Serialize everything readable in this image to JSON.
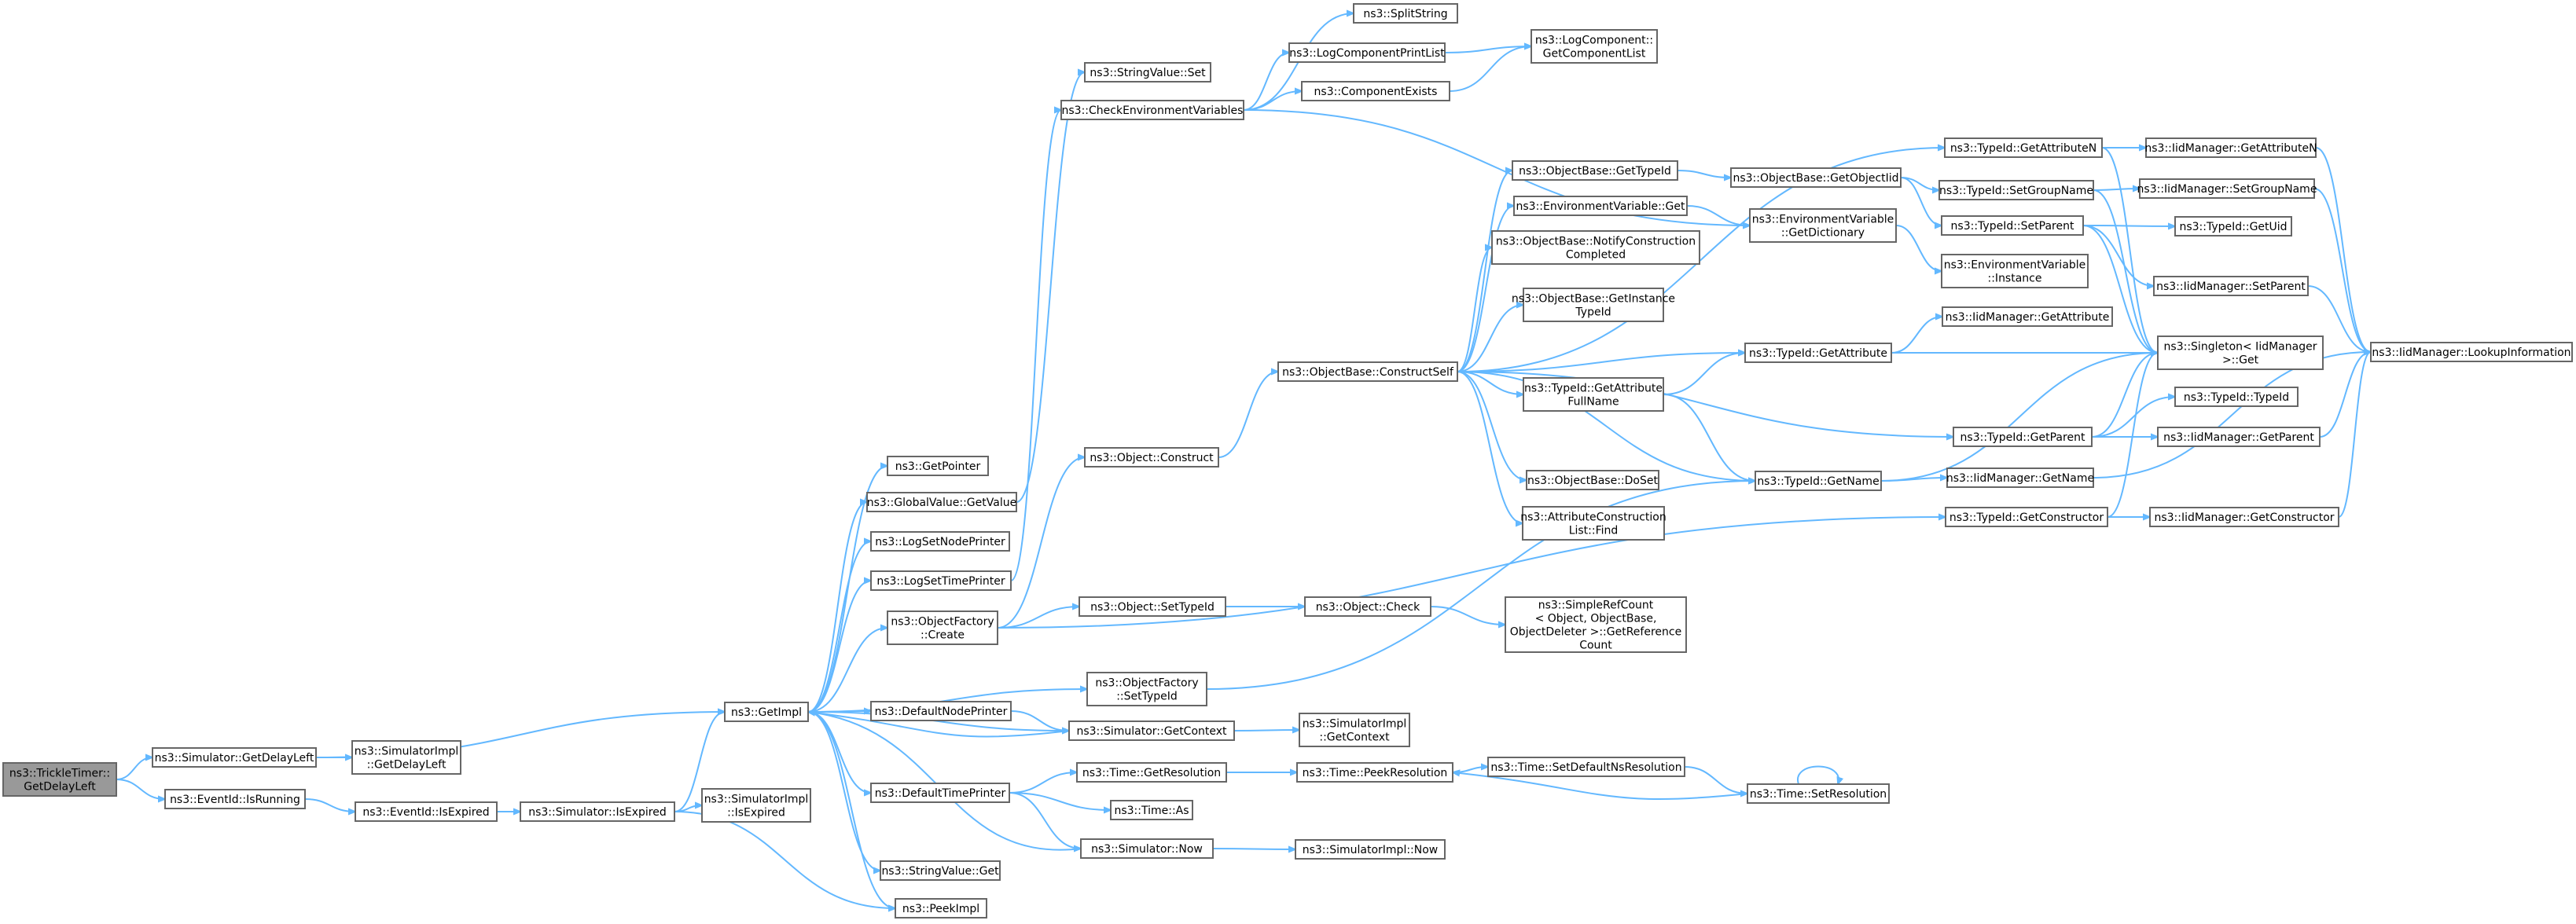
{
  "colors": {
    "edge": "#63b8ff",
    "node_border": "#666666",
    "root_fill": "#999999",
    "node_fill": "#ffffff"
  },
  "nodes": [
    {
      "id": "root",
      "lines": [
        "ns3::TrickleTimer::",
        "GetDelayLeft"
      ],
      "root": true
    },
    {
      "id": "sgdl",
      "lines": [
        "ns3::Simulator::GetDelayLeft"
      ]
    },
    {
      "id": "eir",
      "lines": [
        "ns3::EventId::IsRunning"
      ]
    },
    {
      "id": "sigdl",
      "lines": [
        "ns3::SimulatorImpl",
        "::GetDelayLeft"
      ]
    },
    {
      "id": "eie",
      "lines": [
        "ns3::EventId::IsExpired"
      ]
    },
    {
      "id": "gimpl",
      "lines": [
        "ns3::GetImpl"
      ]
    },
    {
      "id": "sie",
      "lines": [
        "ns3::Simulator::IsExpired"
      ]
    },
    {
      "id": "siie",
      "lines": [
        "ns3::SimulatorImpl",
        "::IsExpired"
      ]
    },
    {
      "id": "gptr",
      "lines": [
        "ns3::GetPointer"
      ]
    },
    {
      "id": "gvgv",
      "lines": [
        "ns3::GlobalValue::GetValue"
      ]
    },
    {
      "id": "lsnp",
      "lines": [
        "ns3::LogSetNodePrinter"
      ]
    },
    {
      "id": "lstp",
      "lines": [
        "ns3::LogSetTimePrinter"
      ]
    },
    {
      "id": "ofc",
      "lines": [
        "ns3::ObjectFactory",
        "::Create"
      ]
    },
    {
      "id": "dnp",
      "lines": [
        "ns3::DefaultNodePrinter"
      ]
    },
    {
      "id": "dtp",
      "lines": [
        "ns3::DefaultTimePrinter"
      ]
    },
    {
      "id": "svg",
      "lines": [
        "ns3::StringValue::Get"
      ]
    },
    {
      "id": "pimpl",
      "lines": [
        "ns3::PeekImpl"
      ]
    },
    {
      "id": "svs",
      "lines": [
        "ns3::StringValue::Set"
      ]
    },
    {
      "id": "cev",
      "lines": [
        "ns3::CheckEnvironmentVariables"
      ]
    },
    {
      "id": "oc",
      "lines": [
        "ns3::Object::Construct"
      ]
    },
    {
      "id": "osti",
      "lines": [
        "ns3::Object::SetTypeId"
      ]
    },
    {
      "id": "ofsti",
      "lines": [
        "ns3::ObjectFactory",
        "::SetTypeId"
      ]
    },
    {
      "id": "sgc",
      "lines": [
        "ns3::Simulator::GetContext"
      ]
    },
    {
      "id": "tgr",
      "lines": [
        "ns3::Time::GetResolution"
      ]
    },
    {
      "id": "tas",
      "lines": [
        "ns3::Time::As"
      ]
    },
    {
      "id": "snow",
      "lines": [
        "ns3::Simulator::Now"
      ]
    },
    {
      "id": "ss",
      "lines": [
        "ns3::SplitString"
      ]
    },
    {
      "id": "lcpl",
      "lines": [
        "ns3::LogComponentPrintList"
      ]
    },
    {
      "id": "ce",
      "lines": [
        "ns3::ComponentExists"
      ]
    },
    {
      "id": "lcgcl",
      "lines": [
        "ns3::LogComponent::",
        "GetComponentList"
      ]
    },
    {
      "id": "obcs",
      "lines": [
        "ns3::ObjectBase::ConstructSelf"
      ]
    },
    {
      "id": "ochk",
      "lines": [
        "ns3::Object::Check"
      ]
    },
    {
      "id": "sigc",
      "lines": [
        "ns3::SimulatorImpl",
        "::GetContext"
      ]
    },
    {
      "id": "tpr",
      "lines": [
        "ns3::Time::PeekResolution"
      ]
    },
    {
      "id": "sinow",
      "lines": [
        "ns3::SimulatorImpl::Now"
      ]
    },
    {
      "id": "obgti",
      "lines": [
        "ns3::ObjectBase::GetTypeId"
      ]
    },
    {
      "id": "evget",
      "lines": [
        "ns3::EnvironmentVariable::Get"
      ]
    },
    {
      "id": "obnc",
      "lines": [
        "ns3::ObjectBase::NotifyConstruction",
        "Completed"
      ]
    },
    {
      "id": "obgiti",
      "lines": [
        "ns3::ObjectBase::GetInstance",
        "TypeId"
      ]
    },
    {
      "id": "tigafn",
      "lines": [
        "ns3::TypeId::GetAttribute",
        "FullName"
      ]
    },
    {
      "id": "obds",
      "lines": [
        "ns3::ObjectBase::DoSet"
      ]
    },
    {
      "id": "acf",
      "lines": [
        "ns3::AttributeConstruction",
        "List::Find"
      ]
    },
    {
      "id": "srgr",
      "lines": [
        "ns3::SimpleRefCount",
        "< Object, ObjectBase,",
        "ObjectDeleter >::GetReference",
        "Count"
      ]
    },
    {
      "id": "tsdnr",
      "lines": [
        "ns3::Time::SetDefaultNsResolution"
      ]
    },
    {
      "id": "obgoi",
      "lines": [
        "ns3::ObjectBase::GetObjectIid"
      ]
    },
    {
      "id": "evgd",
      "lines": [
        "ns3::EnvironmentVariable",
        "::GetDictionary"
      ]
    },
    {
      "id": "tiga",
      "lines": [
        "ns3::TypeId::GetAttribute"
      ]
    },
    {
      "id": "tign",
      "lines": [
        "ns3::TypeId::GetName"
      ]
    },
    {
      "id": "tsr",
      "lines": [
        "ns3::Time::SetResolution"
      ]
    },
    {
      "id": "tigan",
      "lines": [
        "ns3::TypeId::GetAttributeN"
      ]
    },
    {
      "id": "tisgn",
      "lines": [
        "ns3::TypeId::SetGroupName"
      ]
    },
    {
      "id": "tisp",
      "lines": [
        "ns3::TypeId::SetParent"
      ]
    },
    {
      "id": "evi",
      "lines": [
        "ns3::EnvironmentVariable",
        "::Instance"
      ]
    },
    {
      "id": "imga",
      "lines": [
        "ns3::IidManager::GetAttribute"
      ]
    },
    {
      "id": "tigp",
      "lines": [
        "ns3::TypeId::GetParent"
      ]
    },
    {
      "id": "tigc",
      "lines": [
        "ns3::TypeId::GetConstructor"
      ]
    },
    {
      "id": "imgan",
      "lines": [
        "ns3::IidManager::GetAttributeN"
      ]
    },
    {
      "id": "imsgn",
      "lines": [
        "ns3::IidManager::SetGroupName"
      ]
    },
    {
      "id": "tigu",
      "lines": [
        "ns3::TypeId::GetUid"
      ]
    },
    {
      "id": "imsp",
      "lines": [
        "ns3::IidManager::SetParent"
      ]
    },
    {
      "id": "sglt",
      "lines": [
        "ns3::Singleton< IidManager",
        ">::Get"
      ]
    },
    {
      "id": "titi",
      "lines": [
        "ns3::TypeId::TypeId"
      ]
    },
    {
      "id": "imgp",
      "lines": [
        "ns3::IidManager::GetParent"
      ]
    },
    {
      "id": "imgn",
      "lines": [
        "ns3::IidManager::GetName"
      ]
    },
    {
      "id": "imgc",
      "lines": [
        "ns3::IidManager::GetConstructor"
      ]
    },
    {
      "id": "imli",
      "lines": [
        "ns3::IidManager::LookupInformation"
      ]
    }
  ],
  "edges": [
    [
      "root",
      "sgdl"
    ],
    [
      "root",
      "eir"
    ],
    [
      "sgdl",
      "sigdl"
    ],
    [
      "sgdl",
      "gimpl"
    ],
    [
      "eir",
      "eie"
    ],
    [
      "eie",
      "sie"
    ],
    [
      "sie",
      "gimpl"
    ],
    [
      "sie",
      "siie"
    ],
    [
      "sie",
      "pimpl"
    ],
    [
      "gimpl",
      "gptr"
    ],
    [
      "gimpl",
      "gvgv"
    ],
    [
      "gimpl",
      "lsnp"
    ],
    [
      "gimpl",
      "lstp"
    ],
    [
      "gimpl",
      "ofc"
    ],
    [
      "gimpl",
      "dnp"
    ],
    [
      "gimpl",
      "dtp"
    ],
    [
      "gimpl",
      "svg"
    ],
    [
      "gimpl",
      "pimpl"
    ],
    [
      "gimpl",
      "ofsti"
    ],
    [
      "gimpl",
      "sgc"
    ],
    [
      "gvgv",
      "svs"
    ],
    [
      "lstp",
      "cev"
    ],
    [
      "ofc",
      "oc"
    ],
    [
      "ofc",
      "osti"
    ],
    [
      "ofc",
      "tigc"
    ],
    [
      "dnp",
      "sgc"
    ],
    [
      "sgc",
      "gimpl"
    ],
    [
      "sgc",
      "sigc"
    ],
    [
      "dtp",
      "tgr"
    ],
    [
      "dtp",
      "tas"
    ],
    [
      "dtp",
      "snow"
    ],
    [
      "snow",
      "gimpl"
    ],
    [
      "snow",
      "sinow"
    ],
    [
      "cev",
      "ss"
    ],
    [
      "cev",
      "lcpl"
    ],
    [
      "cev",
      "ce"
    ],
    [
      "cev",
      "evgd"
    ],
    [
      "lcpl",
      "lcgcl"
    ],
    [
      "ce",
      "lcgcl"
    ],
    [
      "oc",
      "obcs"
    ],
    [
      "osti",
      "ochk"
    ],
    [
      "ochk",
      "srgr"
    ],
    [
      "ofsti",
      "tign"
    ],
    [
      "tgr",
      "tpr"
    ],
    [
      "tpr",
      "tsdnr"
    ],
    [
      "tsdnr",
      "tsr"
    ],
    [
      "tsr",
      "tpr"
    ],
    [
      "tsr",
      "tsr"
    ],
    [
      "obcs",
      "obgti"
    ],
    [
      "obcs",
      "evget"
    ],
    [
      "obcs",
      "obnc"
    ],
    [
      "obcs",
      "obgiti"
    ],
    [
      "obcs",
      "tigafn"
    ],
    [
      "obcs",
      "obds"
    ],
    [
      "obcs",
      "acf"
    ],
    [
      "obcs",
      "tiga"
    ],
    [
      "obcs",
      "tign"
    ],
    [
      "obcs",
      "tigan"
    ],
    [
      "obcs",
      "tigp"
    ],
    [
      "obgti",
      "obgoi"
    ],
    [
      "evget",
      "evgd"
    ],
    [
      "evgd",
      "evi"
    ],
    [
      "obgoi",
      "tisgn"
    ],
    [
      "obgoi",
      "tisp"
    ],
    [
      "tigafn",
      "tiga"
    ],
    [
      "tigafn",
      "tign"
    ],
    [
      "tiga",
      "imga"
    ],
    [
      "tiga",
      "sglt"
    ],
    [
      "tign",
      "sglt"
    ],
    [
      "tign",
      "imgn"
    ],
    [
      "tigan",
      "imgan"
    ],
    [
      "tigan",
      "sglt"
    ],
    [
      "tisgn",
      "imsgn"
    ],
    [
      "tisgn",
      "sglt"
    ],
    [
      "tisp",
      "tigu"
    ],
    [
      "tisp",
      "imsp"
    ],
    [
      "tisp",
      "sglt"
    ],
    [
      "tigp",
      "titi"
    ],
    [
      "tigp",
      "imgp"
    ],
    [
      "tigp",
      "sglt"
    ],
    [
      "tigc",
      "imgc"
    ],
    [
      "tigc",
      "sglt"
    ],
    [
      "imgan",
      "imli"
    ],
    [
      "imsgn",
      "imli"
    ],
    [
      "imsp",
      "imli"
    ],
    [
      "imgp",
      "imli"
    ],
    [
      "imgn",
      "imli"
    ],
    [
      "imgc",
      "imli"
    ]
  ]
}
